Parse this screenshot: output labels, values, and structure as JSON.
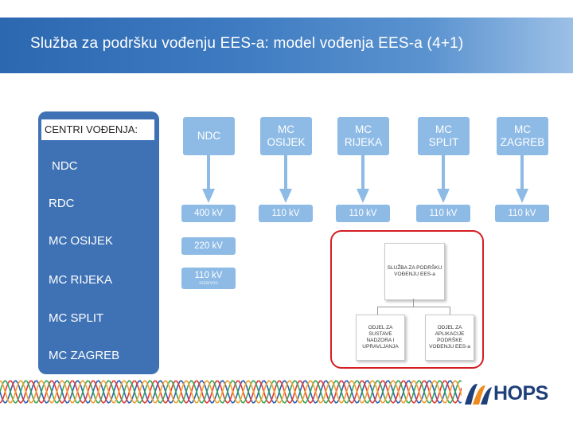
{
  "title": "Služba za podršku vođenju EES-a: model vođenja EES-a (4+1)",
  "sidebar": {
    "heading": "CENTRI VOĐENJA:",
    "items": [
      "NDC",
      "RDC",
      "MC OSIJEK",
      "MC RIJEKA",
      "MC SPLIT",
      "MC ZAGREB"
    ]
  },
  "centers": [
    {
      "line1": "NDC",
      "line2": ""
    },
    {
      "line1": "MC",
      "line2": "OSIJEK"
    },
    {
      "line1": "MC",
      "line2": "RIJEKA"
    },
    {
      "line1": "MC",
      "line2": "SPLIT"
    },
    {
      "line1": "MC",
      "line2": "ZAGREB"
    }
  ],
  "voltage_row": [
    "400 kV",
    "110 kV",
    "110 kV",
    "110 kV",
    "110 kV"
  ],
  "ndc_extra": {
    "kv220": "220 kV",
    "kv110": "110 kV",
    "kv110_sub": "rezervno"
  },
  "org_chart": {
    "top": "SLUŽBA ZA PODRŠKU VOĐENJU EES-a",
    "left": "ODJEL ZA SUSTAVE NADZORA I UPRAVLJANJA",
    "right": "ODJEL ZA APLIKACIJE PODRŠKE VOĐENJU EES-a"
  },
  "logo": {
    "text": "HOPS"
  },
  "colors": {
    "header_start": "#2c68b0",
    "header_end": "#9cc0e6",
    "sidebar": "#3f72b5",
    "box": "#8ebbe6",
    "highlight": "#d51d24",
    "logo_blue": "#1e3f7a",
    "logo_orange": "#f08a1c"
  }
}
